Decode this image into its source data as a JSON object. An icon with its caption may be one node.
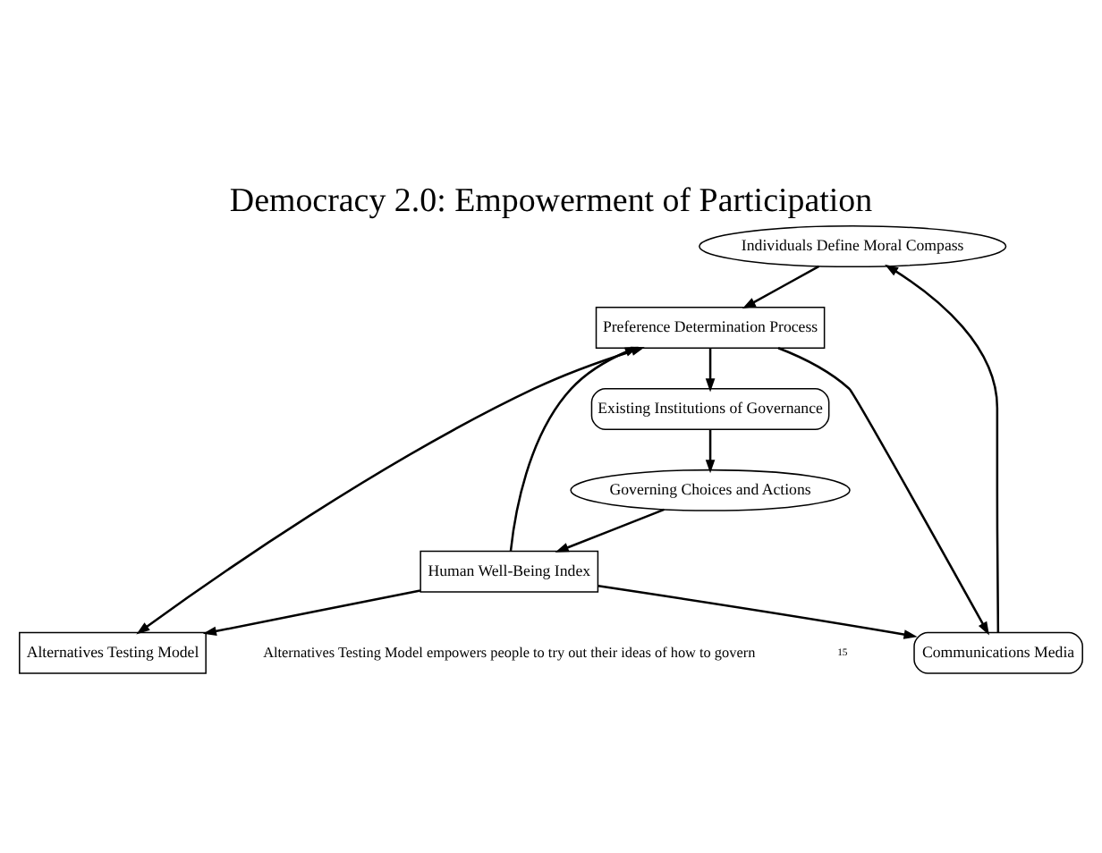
{
  "diagram": {
    "title": "Democracy 2.0: Empowerment of Participation",
    "caption": "Alternatives Testing Model empowers people to try out their ideas of how to govern",
    "nodes": [
      {
        "text": [
          "Individuals Define Moral Compass"
        ]
      },
      {
        "text": [
          "Preference Determination Process"
        ]
      },
      {
        "text": [
          "Existing Institutions of Governance"
        ]
      },
      {
        "text": [
          "Communications Media"
        ]
      },
      {
        "text": [
          "Alternatives Testing Model"
        ]
      },
      {
        "text": [
          "Governing Choices and Actions"
        ]
      },
      {
        "text": [
          "Human Well-Being Index"
        ]
      }
    ],
    "edges": [
      {
        "from": 0,
        "to": 1,
        "arrow": "to"
      },
      {
        "from": 1,
        "to": 2,
        "arrow": "to"
      },
      {
        "from": 2,
        "to": 5,
        "arrow": "to"
      },
      {
        "from": 5,
        "to": 6,
        "arrow": "to"
      },
      {
        "from": 6,
        "to": 3,
        "arrow": "to"
      },
      {
        "from": 3,
        "to": 0,
        "arrow": "to"
      },
      {
        "from": 1,
        "to": 3,
        "arrow": "to"
      },
      {
        "from": 1,
        "to": 4,
        "arrow": "both"
      },
      {
        "from": 6,
        "to": 4,
        "arrow": "to"
      },
      {
        "from": 6,
        "to": 1,
        "arrow": "to"
      }
    ],
    "labels": [
      "15"
    ]
  }
}
